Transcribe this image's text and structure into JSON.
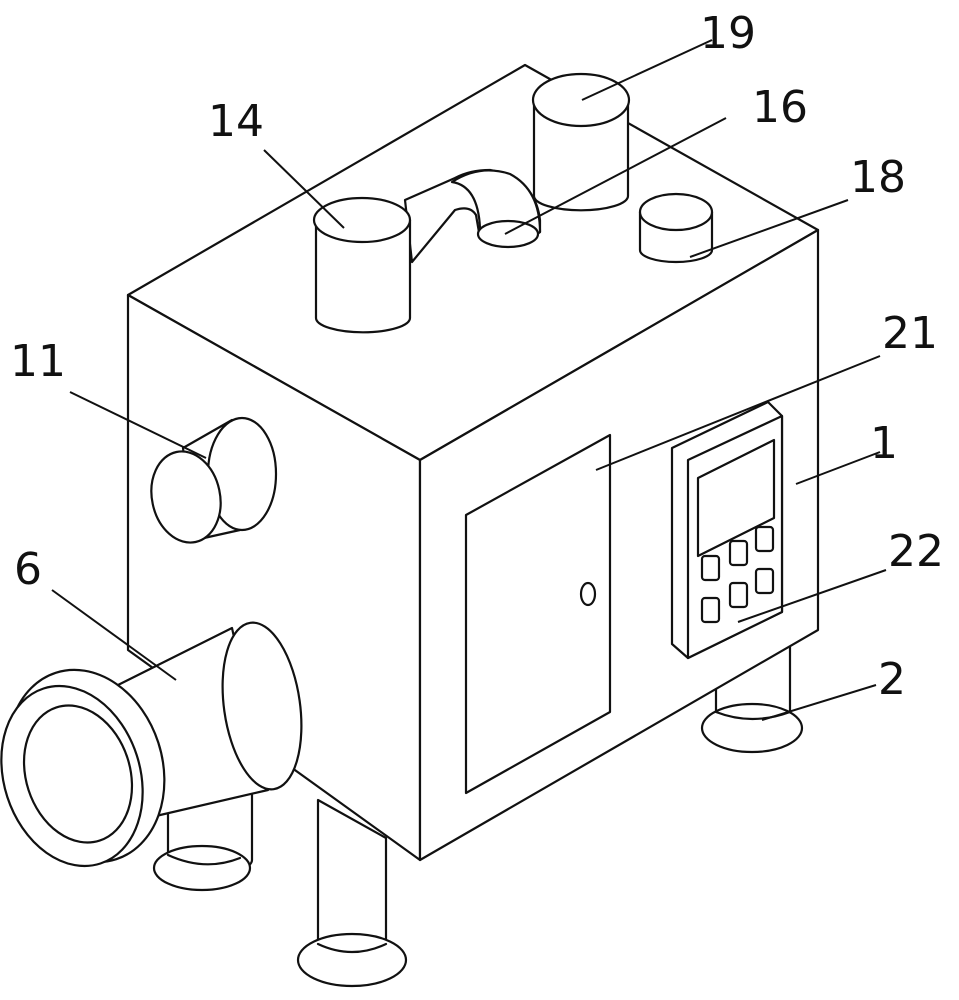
{
  "labels": {
    "l1": "1",
    "l2": "2",
    "l6": "6",
    "l11": "11",
    "l14": "14",
    "l16": "16",
    "l18": "18",
    "l19": "19",
    "l21": "21",
    "l22": "22"
  },
  "colors": {
    "line": "#111111",
    "background": "#ffffff"
  }
}
